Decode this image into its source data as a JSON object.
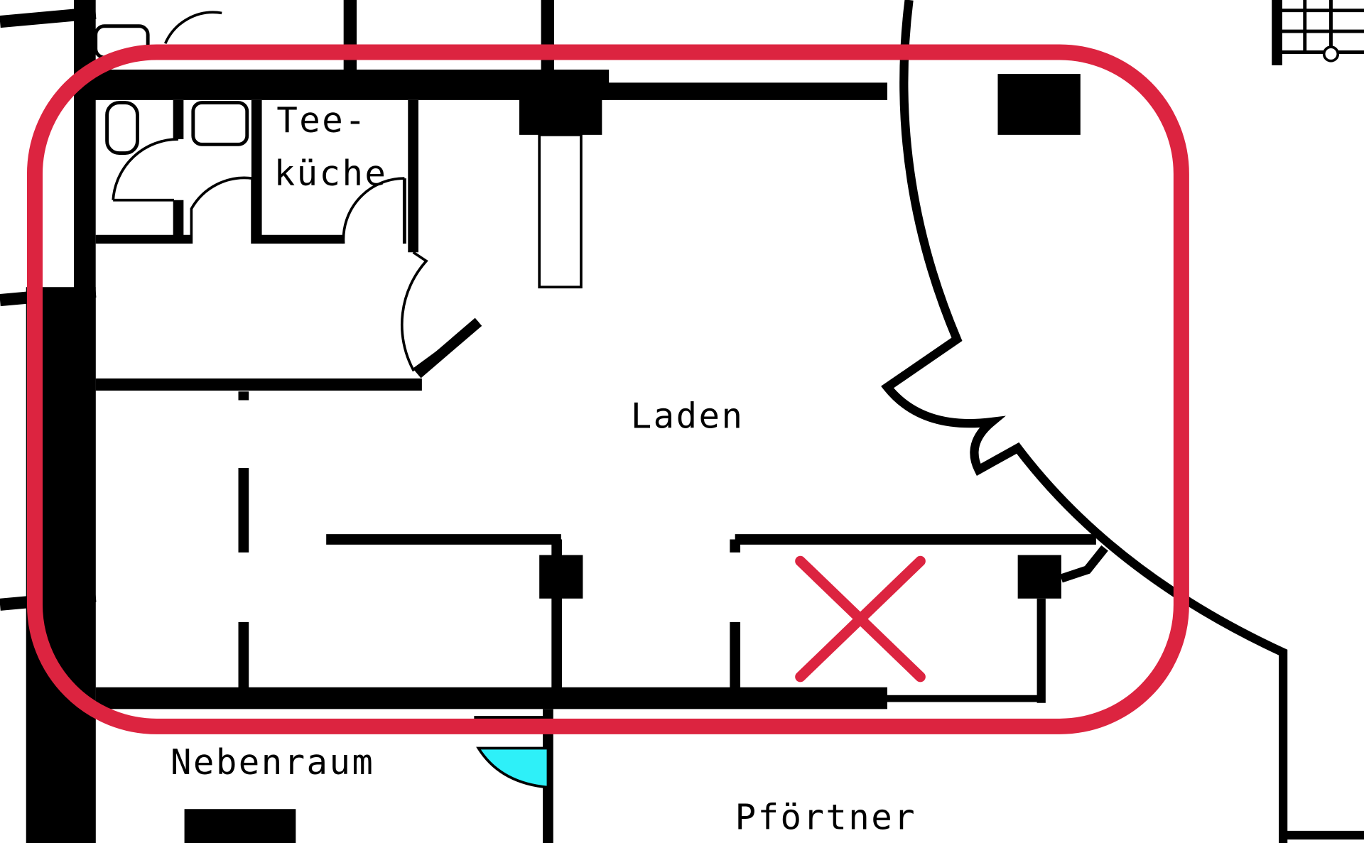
{
  "rooms": {
    "tea_kitchen_line1": "Tee-",
    "tea_kitchen_line2": "küche",
    "shop": "Laden",
    "side_room": "Nebenraum",
    "porter": "Pförtner"
  },
  "colors": {
    "highlight": "#dc2440",
    "door_fill": "#2ef0f8",
    "wall": "#000000"
  }
}
